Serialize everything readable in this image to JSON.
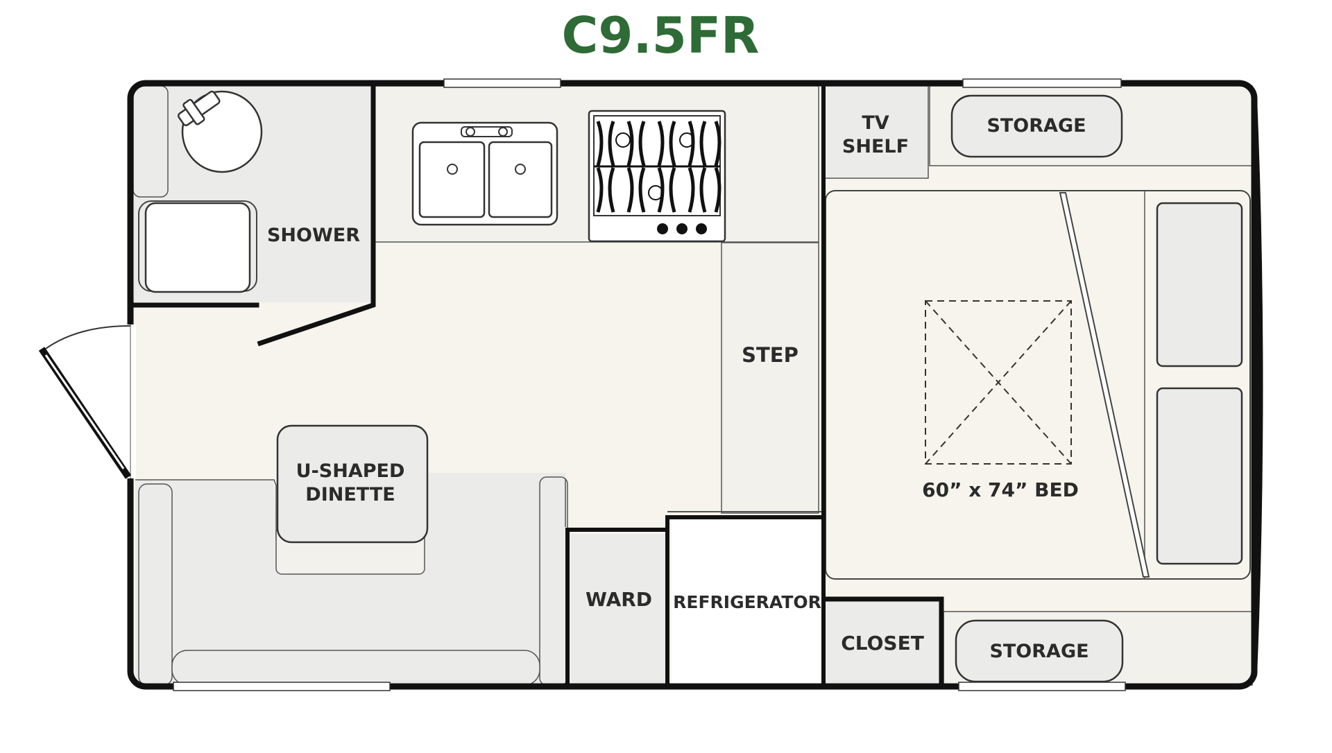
{
  "title": "C9.5FR",
  "colors": {
    "title": "#2e6b36",
    "wall": "#111111",
    "floor": "#f6f4ec",
    "fixture": "#ebebe9",
    "counter": "#f2f1ec",
    "window": "#ffffff",
    "line": "#555555"
  },
  "labels": {
    "shower": "SHOWER",
    "tv_shelf_1": "TV",
    "tv_shelf_2": "SHELF",
    "storage_top": "STORAGE",
    "step": "STEP",
    "dinette_1": "U-SHAPED",
    "dinette_2": "DINETTE",
    "bed": "60” x 74” BED",
    "ward": "WARD",
    "refrigerator": "REFRIGERATOR",
    "closet": "CLOSET",
    "storage_bottom": "STORAGE"
  },
  "icons": [
    "toilet-icon",
    "sink-icon",
    "stove-icon",
    "skylight-icon",
    "door-icon"
  ]
}
